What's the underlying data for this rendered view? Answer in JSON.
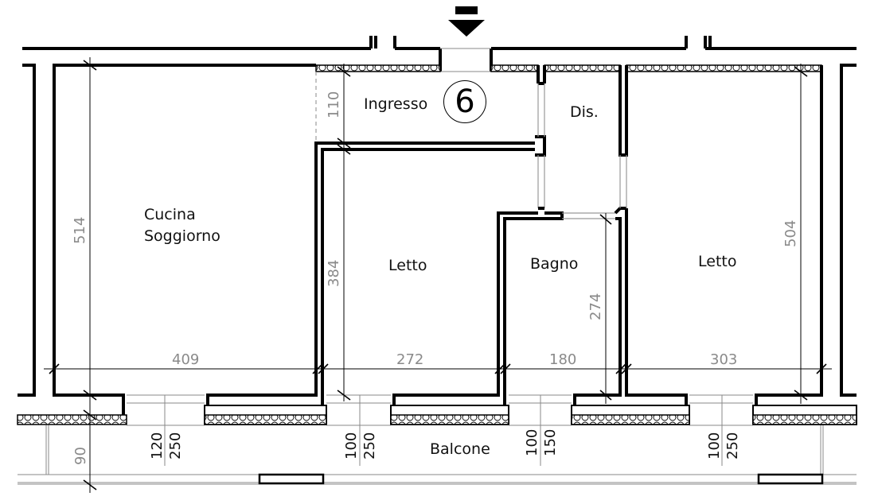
{
  "plan": {
    "unit_number": "6",
    "entrance_marker": "arrow-down",
    "rooms": [
      {
        "id": "ingresso",
        "label": "Ingresso"
      },
      {
        "id": "dis",
        "label": "Dis."
      },
      {
        "id": "cucina",
        "label_line1": "Cucina",
        "label_line2": "Soggiorno"
      },
      {
        "id": "letto1",
        "label": "Letto"
      },
      {
        "id": "bagno",
        "label": "Bagno"
      },
      {
        "id": "letto2",
        "label": "Letto"
      },
      {
        "id": "balcone",
        "label": "Balcone"
      }
    ],
    "dimensions": {
      "cucina_height": "514",
      "ingresso_height": "110",
      "letto1_height": "384",
      "bagno_height": "274",
      "letto2_height": "504",
      "balcone_depth": "90",
      "cucina_width": "409",
      "letto1_width": "272",
      "bagno_width": "180",
      "letto2_width": "303"
    },
    "windows": [
      {
        "id": "w1",
        "sill": "120",
        "height": "250"
      },
      {
        "id": "w2",
        "sill": "100",
        "height": "250"
      },
      {
        "id": "w3",
        "sill": "100",
        "height": "150"
      },
      {
        "id": "w4",
        "sill": "100",
        "height": "250"
      }
    ]
  }
}
